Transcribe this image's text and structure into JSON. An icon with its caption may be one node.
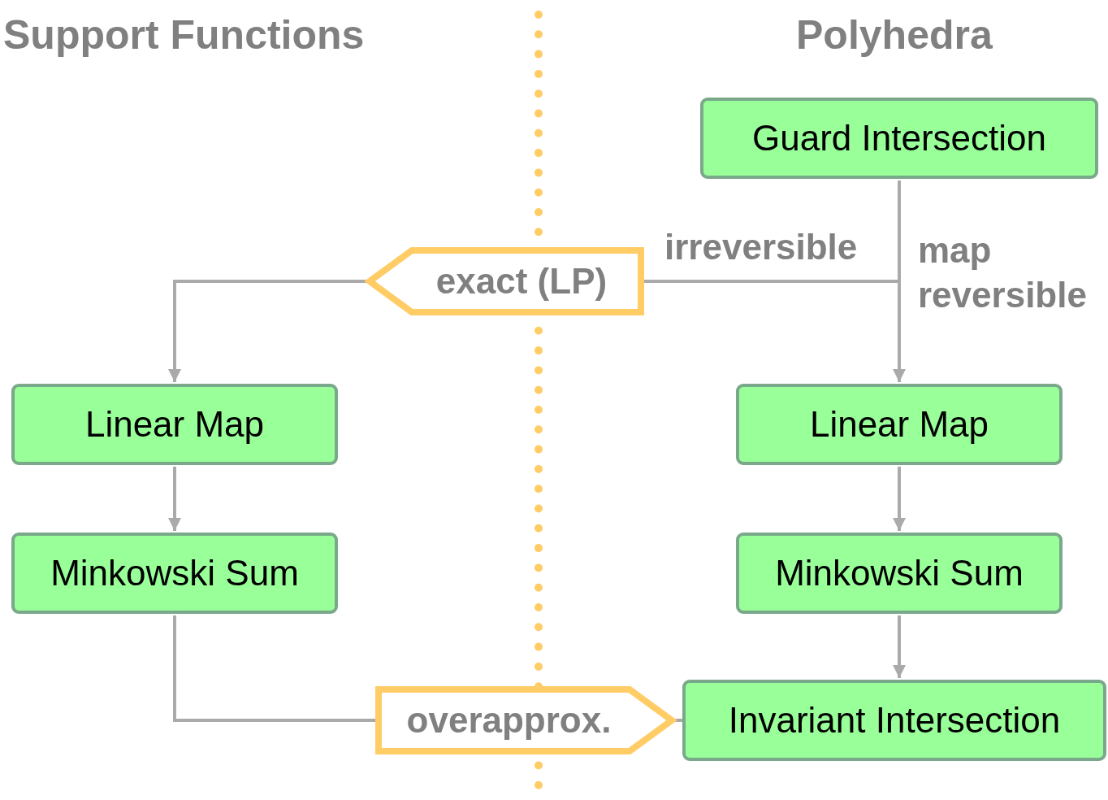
{
  "diagram": {
    "nodes": [
      {
        "text": [
          "Guard Intersection"
        ]
      },
      {
        "text": [
          "exact (LP)"
        ]
      },
      {
        "text": [
          "Linear Map"
        ]
      },
      {
        "text": [
          "Minkowski Sum"
        ]
      },
      {
        "text": [
          "overapprox."
        ]
      },
      {
        "text": [
          "Linear Map"
        ]
      },
      {
        "text": [
          "Minkowski Sum"
        ]
      },
      {
        "text": [
          "Invariant Intersection"
        ]
      }
    ],
    "edges": [
      {
        "from": 0,
        "to": 1,
        "arrow": "none",
        "label": "irreversible"
      },
      {
        "from": 1,
        "to": 2,
        "arrow": "to"
      },
      {
        "from": 2,
        "to": 3,
        "arrow": "to"
      },
      {
        "from": 3,
        "to": 4,
        "arrow": "none"
      },
      {
        "from": 4,
        "to": 7,
        "arrow": "none"
      },
      {
        "from": 0,
        "to": 5,
        "arrow": "to",
        "label": "map reversible"
      },
      {
        "from": 5,
        "to": 6,
        "arrow": "to"
      },
      {
        "from": 6,
        "to": 7,
        "arrow": "to"
      }
    ],
    "labels": [
      "Support Functions",
      "Polyhedra"
    ]
  }
}
